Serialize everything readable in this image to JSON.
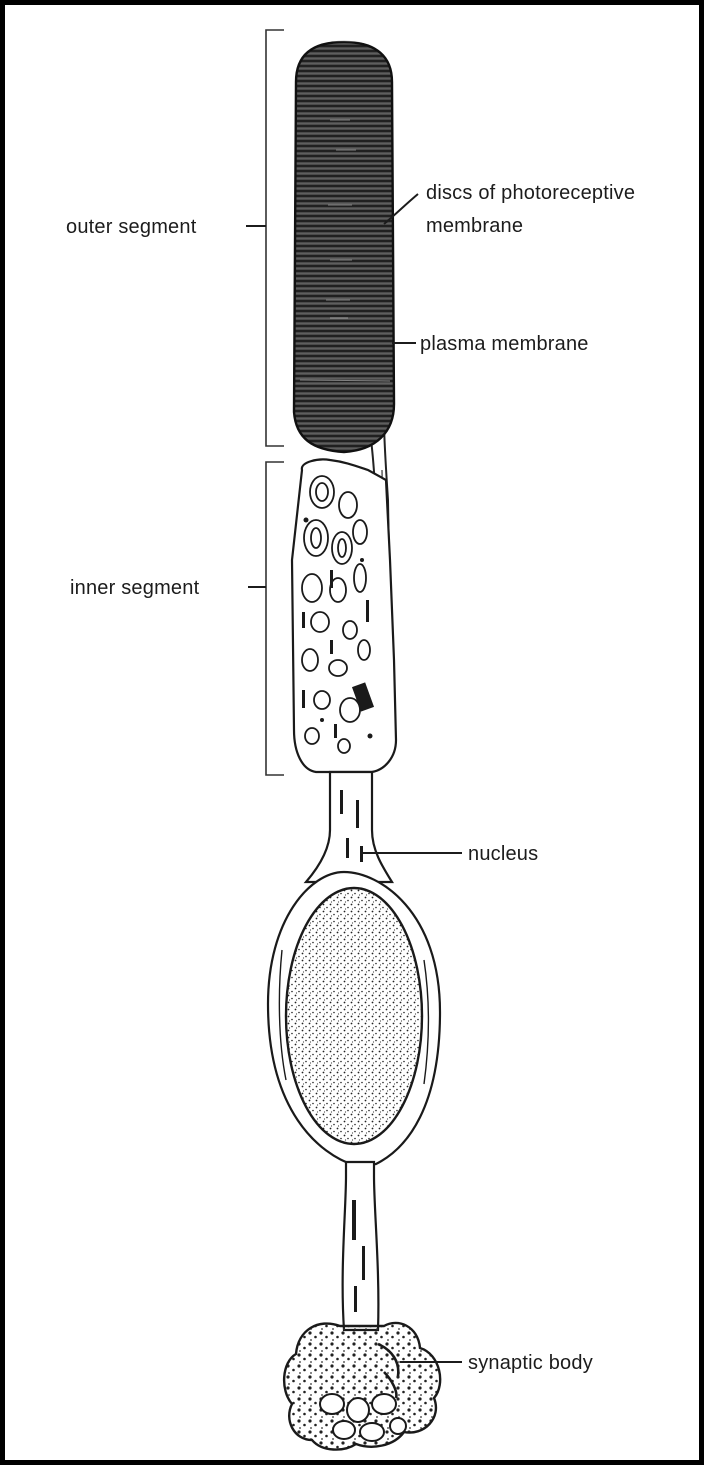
{
  "labels": {
    "outer_segment": "outer segment",
    "inner_segment": "inner segment",
    "discs_line1": "discs of photoreceptive",
    "discs_line2": "membrane",
    "plasma_membrane": "plasma membrane",
    "nucleus": "nucleus",
    "synaptic_body": "synaptic body"
  },
  "colors": {
    "ink": "#1c1c1c",
    "outer_segment_fill": "#3a3a3a",
    "background": "#ffffff",
    "frame": "#000000"
  },
  "icons": {
    "figure": "rod-photoreceptor-cell-illustration"
  }
}
